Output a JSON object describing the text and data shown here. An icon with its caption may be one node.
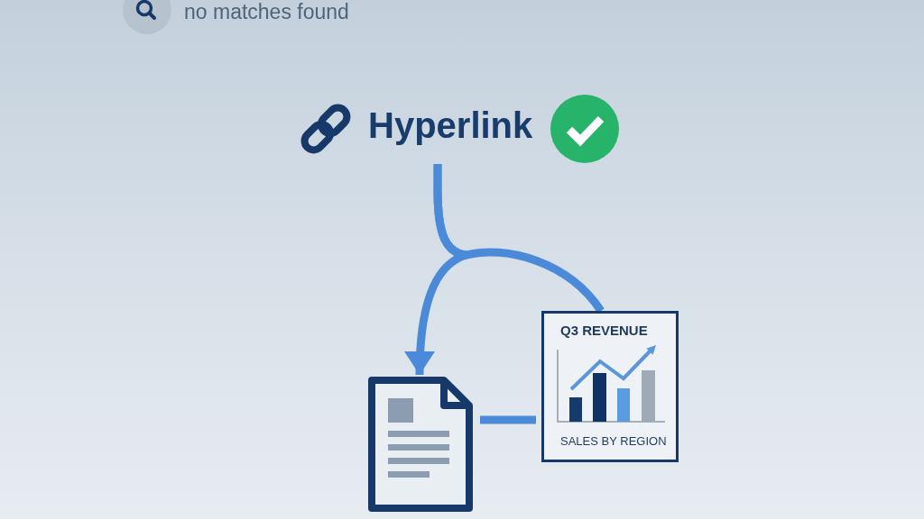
{
  "diagram": {
    "nodes": [
      {
        "text": [
          "Hyperlink"
        ]
      },
      {
        "text": [],
        "shape": "document"
      },
      {
        "text": [
          "Q3 REVENUE",
          "SALES BY REGION"
        ]
      }
    ],
    "edges": [
      {
        "from": 0,
        "to": 1,
        "arrow": "to"
      },
      {
        "from": 0,
        "to": 2,
        "arrow": "none"
      },
      {
        "from": 1,
        "to": 2,
        "arrow": "none"
      }
    ],
    "labels": [
      "no matches found"
    ]
  }
}
